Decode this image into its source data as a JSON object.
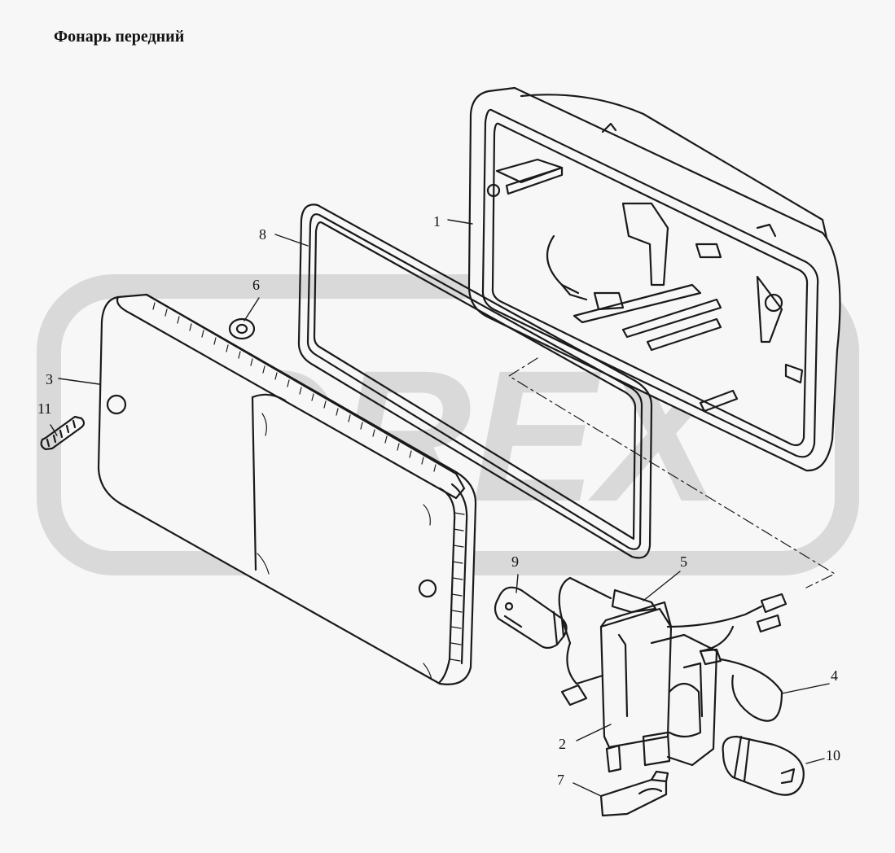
{
  "title": "Фонарь передний",
  "watermark": "OREX",
  "colors": {
    "background": "#f7f7f7",
    "line": "#1a1a1a",
    "watermark": "#d9d9d9"
  },
  "callouts": [
    {
      "id": "1",
      "text": "1"
    },
    {
      "id": "2",
      "text": "2"
    },
    {
      "id": "3",
      "text": "3"
    },
    {
      "id": "4",
      "text": "4"
    },
    {
      "id": "5",
      "text": "5"
    },
    {
      "id": "6",
      "text": "6"
    },
    {
      "id": "7",
      "text": "7"
    },
    {
      "id": "8",
      "text": "8"
    },
    {
      "id": "9",
      "text": "9"
    },
    {
      "id": "10",
      "text": "10"
    },
    {
      "id": "11",
      "text": "11"
    }
  ]
}
